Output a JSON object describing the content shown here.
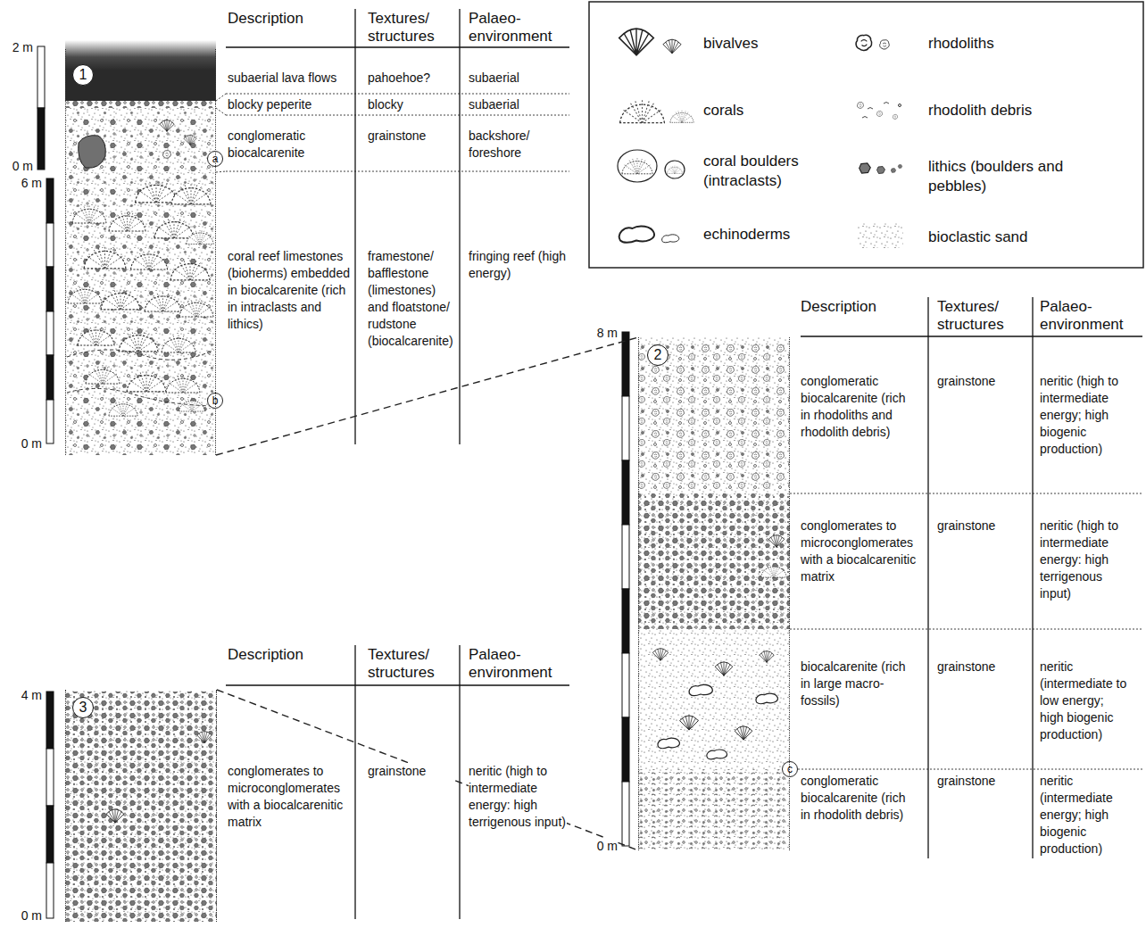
{
  "diagram": {
    "nodes": [
      {
        "text": [
          "1"
        ]
      },
      {
        "text": [
          "2"
        ]
      },
      {
        "text": [
          "3"
        ]
      }
    ],
    "edges": [
      {
        "from": 0,
        "to": 1,
        "arrow": "none"
      },
      {
        "from": 2,
        "to": 1,
        "arrow": "none"
      }
    ],
    "labels": [
      "2 m",
      "0 m",
      "6 m",
      "0 m",
      "a",
      "b",
      "Description",
      "Textures/ structures",
      "Palaeo- environment",
      "subaerial lava flows",
      "pahoehoe?",
      "subaerial",
      "blocky peperite",
      "blocky",
      "subaerial",
      "conglomeratic biocalcarenite",
      "grainstone",
      "backshore/ foreshore",
      "coral reef limestones (bioherms) embedded in biocalcarenite (rich in intraclasts and lithics)",
      "framestone/ bafflestone (limestones) and floatstone/ rudstone (biocalcarenite)",
      "fringing reef (high energy)",
      "8 m",
      "0 m",
      "c",
      "Description",
      "Textures/ structures",
      "Palaeo- environment",
      "conglomeratic biocalcarenite (rich in rhodoliths and rhodolith debris)",
      "grainstone",
      "neritic (high to intermediate energy; high biogenic production)",
      "conglomerates to microconglomerates with a biocalcarenitic matrix",
      "grainstone",
      "neritic (high to intermediate energy: high terrigenous input)",
      "biocalcarenite (rich in large macro- fossils)",
      "grainstone",
      "neritic (intermediate to low energy; high biogenic production)",
      "conglomeratic biocalcarenite (rich in rhodolith debris)",
      "grainstone",
      "neritic (intermediate energy; high biogenic production)",
      "4 m",
      "0 m",
      "Description",
      "Textures/ structures",
      "Palaeo- environment",
      "conglomerates to microconglomerates with a biocalcarenitic matrix",
      "grainstone",
      "neritic (high to intermediate energy: high terrigenous input)"
    ],
    "legend": [
      {
        "text": "bivalves"
      },
      {
        "text": "corals"
      },
      {
        "text": "coral boulders (intraclasts)"
      },
      {
        "text": "echinoderms"
      },
      {
        "text": "rhodoliths"
      },
      {
        "text": "rhodolith debris"
      },
      {
        "text": "lithics (boulders and pebbles)"
      },
      {
        "text": "bioclastic sand"
      }
    ]
  }
}
